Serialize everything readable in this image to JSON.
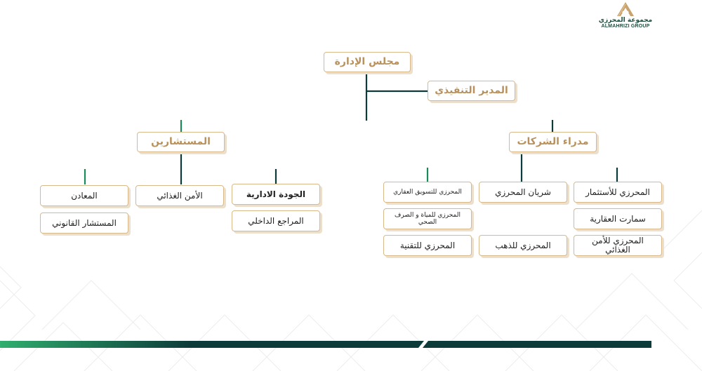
{
  "logo": {
    "name_ar": "مجموعة المحرزي",
    "name_en": "ALMAHRIZI GROUP",
    "icon": "triangle-a-logo-icon"
  },
  "colors": {
    "gold": "#b8915c",
    "border": "#d8b98b",
    "dark_green": "#0d3b3a",
    "green": "#1a8a5a"
  },
  "org": {
    "board": "مجلس الإدارة",
    "ceo": "المدير التنفيذي",
    "advisors": {
      "title": "المستشارين",
      "col1": [
        "الجودة الادارية",
        "المراجع الداخلي"
      ],
      "col2": [
        "الأمن الغذائي"
      ],
      "col3": [
        "المعادن",
        "المستشار القانوني"
      ]
    },
    "companies": {
      "title": "مدراء الشركات",
      "col1": [
        "المحرزي للأستثمار",
        "سمارت العقارية",
        "المحرزي للأمن الغذائي"
      ],
      "col2": [
        "شريان المحرزي",
        "المحرزي للذهب"
      ],
      "col3": [
        "المحرزي للتسويق العقاري",
        "المحرزي للمياة و الصرف الصحي",
        "المحرزي للتقنية"
      ]
    }
  }
}
